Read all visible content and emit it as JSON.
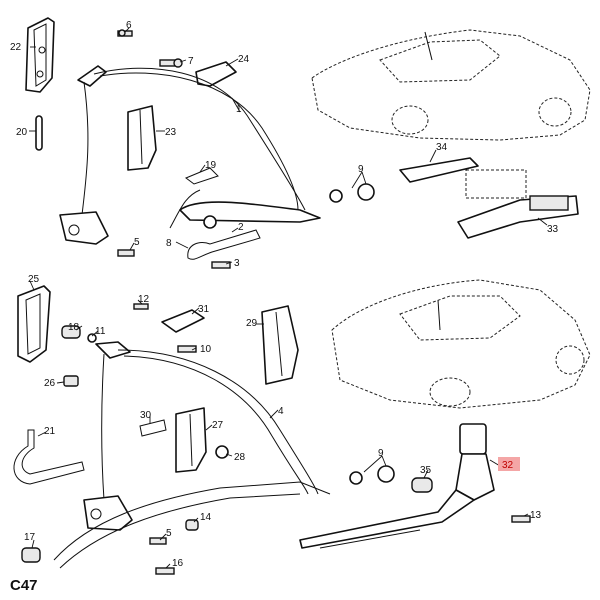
{
  "diagram": {
    "code": "C47",
    "highlight_color": "#f4a6a6",
    "highlight_text_color": "#c00000",
    "callouts": [
      "22",
      "6",
      "7",
      "24",
      "1",
      "20",
      "23",
      "19",
      "9",
      "34",
      "2",
      "8",
      "5",
      "3",
      "33",
      "25",
      "12",
      "31",
      "29",
      "18",
      "11",
      "10",
      "26",
      "4",
      "30",
      "27",
      "21",
      "28",
      "9",
      "35",
      "32",
      "17",
      "5",
      "14",
      "13",
      "16"
    ],
    "highlighted_part": "32"
  }
}
